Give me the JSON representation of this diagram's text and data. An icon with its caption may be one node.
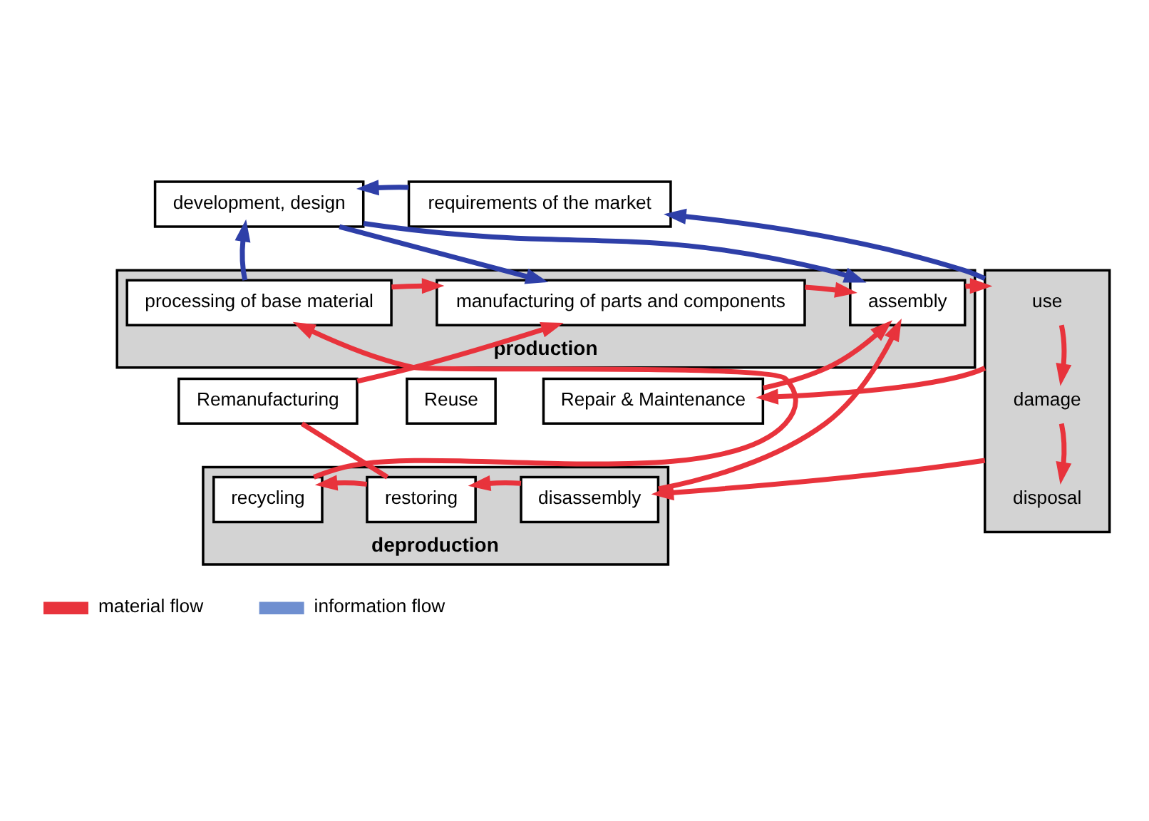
{
  "diagram": {
    "nodes": [
      {
        "text": [
          "development, design"
        ]
      },
      {
        "text": [
          "requirements of the market"
        ]
      },
      {
        "text": [],
        "shape": "box"
      },
      {
        "text": [
          "use"
        ],
        "in": 2
      },
      {
        "text": [
          "damage"
        ],
        "in": 2
      },
      {
        "text": [
          "disposal"
        ],
        "in": 2
      },
      {
        "text": [
          "production"
        ]
      },
      {
        "text": [
          "processing of base material"
        ],
        "in": 6
      },
      {
        "text": [
          "manufacturing of parts and components"
        ],
        "in": 6
      },
      {
        "text": [
          "assembly"
        ],
        "in": 6
      },
      {
        "text": [
          "Remanufacturing"
        ]
      },
      {
        "text": [
          "Reuse"
        ]
      },
      {
        "text": [
          "Repair & Maintenance"
        ]
      },
      {
        "text": [
          "deproduction"
        ]
      },
      {
        "text": [
          "recycling"
        ],
        "in": 13
      },
      {
        "text": [
          "restoring"
        ],
        "in": 13
      },
      {
        "text": [
          "disassembly"
        ],
        "in": 13
      }
    ],
    "edges": [
      {
        "from": 2,
        "to": 1,
        "arrow": "to",
        "color": "#2e3fa8"
      },
      {
        "from": 1,
        "to": 0,
        "arrow": "to",
        "color": "#2e3fa8"
      },
      {
        "from": 7,
        "to": 0,
        "arrow": "to",
        "color": "#2e3fa8"
      },
      {
        "from": 0,
        "to": 8,
        "arrow": "to",
        "color": "#2e3fa8"
      },
      {
        "from": 0,
        "to": 9,
        "arrow": "to",
        "color": "#2e3fa8"
      },
      {
        "from": 7,
        "to": 8,
        "arrow": "to"
      },
      {
        "from": 8,
        "to": 9,
        "arrow": "to"
      },
      {
        "from": 9,
        "to": 2,
        "arrow": "to"
      },
      {
        "from": 3,
        "to": 4,
        "arrow": "to"
      },
      {
        "from": 4,
        "to": 5,
        "arrow": "to"
      },
      {
        "from": 2,
        "to": 12,
        "arrow": "to"
      },
      {
        "from": 12,
        "to": 9,
        "arrow": "to"
      },
      {
        "from": 10,
        "to": 8,
        "arrow": "to"
      },
      {
        "from": 15,
        "to": 10,
        "arrow": "none"
      },
      {
        "from": 16,
        "to": 9,
        "arrow": "to"
      },
      {
        "from": 14,
        "to": 7,
        "arrow": "to"
      },
      {
        "from": 2,
        "to": 16,
        "arrow": "to"
      },
      {
        "from": 16,
        "to": 15,
        "arrow": "to"
      },
      {
        "from": 15,
        "to": 14,
        "arrow": "to"
      }
    ],
    "legend": [
      {
        "text": "material flow",
        "color": "#e8333c"
      },
      {
        "text": "information flow",
        "color": "#6f8fd0"
      }
    ]
  }
}
